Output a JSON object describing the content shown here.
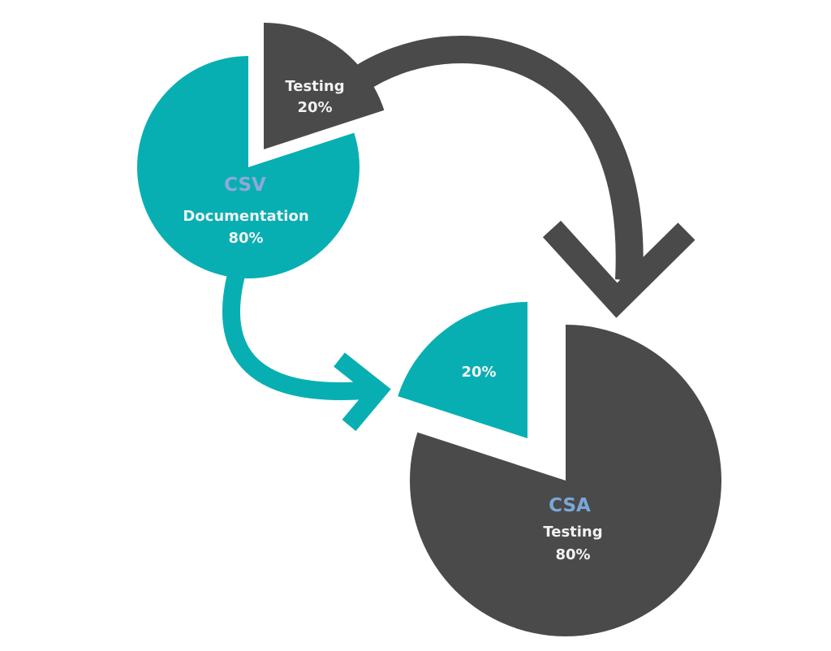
{
  "colors": {
    "teal": "#08AFB2",
    "dark": "#4A4A4A",
    "csv_title": "#8FA8D9",
    "csa_title": "#79A8D8",
    "label": "#F2F2F2"
  },
  "csv": {
    "title": "CSV",
    "main_label": "Documentation",
    "main_value": "80%",
    "main_percent": 80,
    "slice_label": "Testing",
    "slice_value": "20%",
    "slice_percent": 20
  },
  "csa": {
    "title": "CSA",
    "main_label": "Testing",
    "main_value": "80%",
    "main_percent": 80,
    "slice_value": "20%",
    "slice_percent": 20
  },
  "arrows": [
    {
      "from": "CSV Testing 20%",
      "to": "CSA Testing 80%",
      "color": "dark"
    },
    {
      "from": "CSV Documentation 80%",
      "to": "CSA 20%",
      "color": "teal"
    }
  ]
}
